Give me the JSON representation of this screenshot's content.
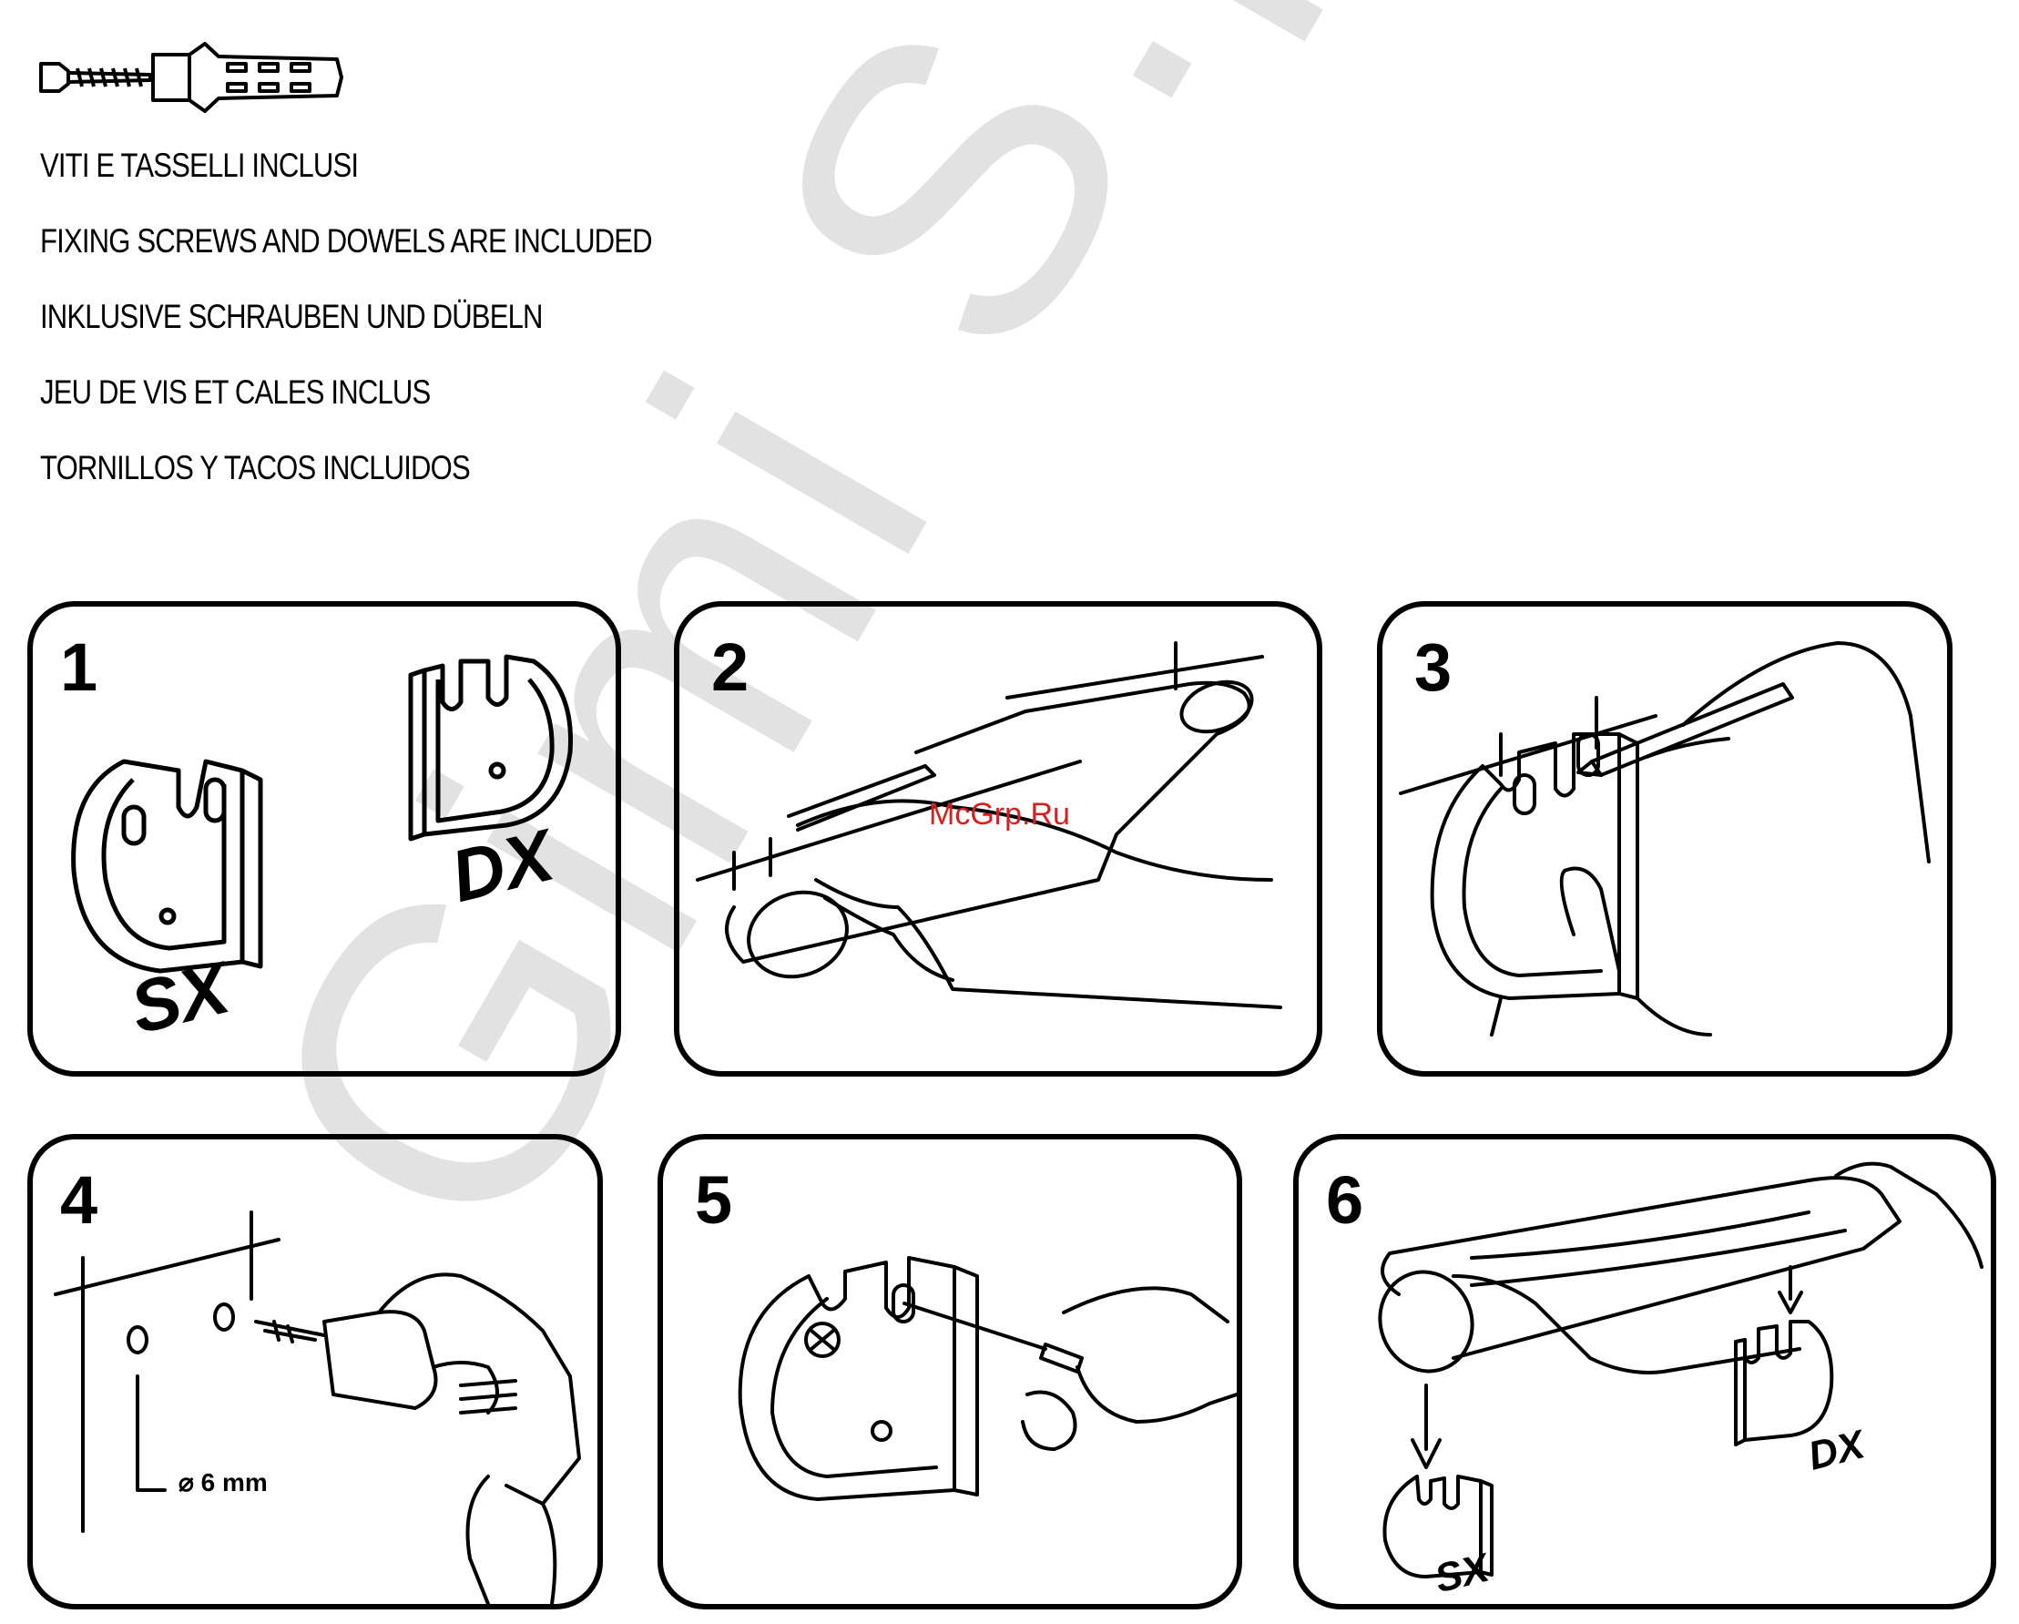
{
  "watermark": "Gimi S.p.A.",
  "brand_stamp": "McGrp.Ru",
  "includes_lines": [
    "VITI E TASSELLI INCLUSI",
    "FIXING SCREWS AND DOWELS ARE INCLUDED",
    "INKLUSIVE SCHRAUBEN UND DÜBELN",
    "JEU DE VIS ET CALES INCLUS",
    "TORNILLOS Y TACOS INCLUIDOS"
  ],
  "steps": [
    {
      "number": "1",
      "labels": [
        "SX",
        "DX"
      ]
    },
    {
      "number": "2"
    },
    {
      "number": "3"
    },
    {
      "number": "4",
      "drill_label": "⌀ 6 mm"
    },
    {
      "number": "5"
    },
    {
      "number": "6",
      "labels": [
        "SX",
        "DX"
      ]
    }
  ],
  "icons": {
    "screw": "screw-and-dowel-icon",
    "bracket": "wall-bracket-icon",
    "hand": "hand-icon",
    "pencil": "pencil-icon",
    "drill": "drill-icon",
    "screwdriver": "screwdriver-icon",
    "arrow": "down-arrow-icon"
  },
  "colors": {
    "ink": "#000000",
    "watermark": "#e2e2e2",
    "stamp": "#d42020"
  }
}
